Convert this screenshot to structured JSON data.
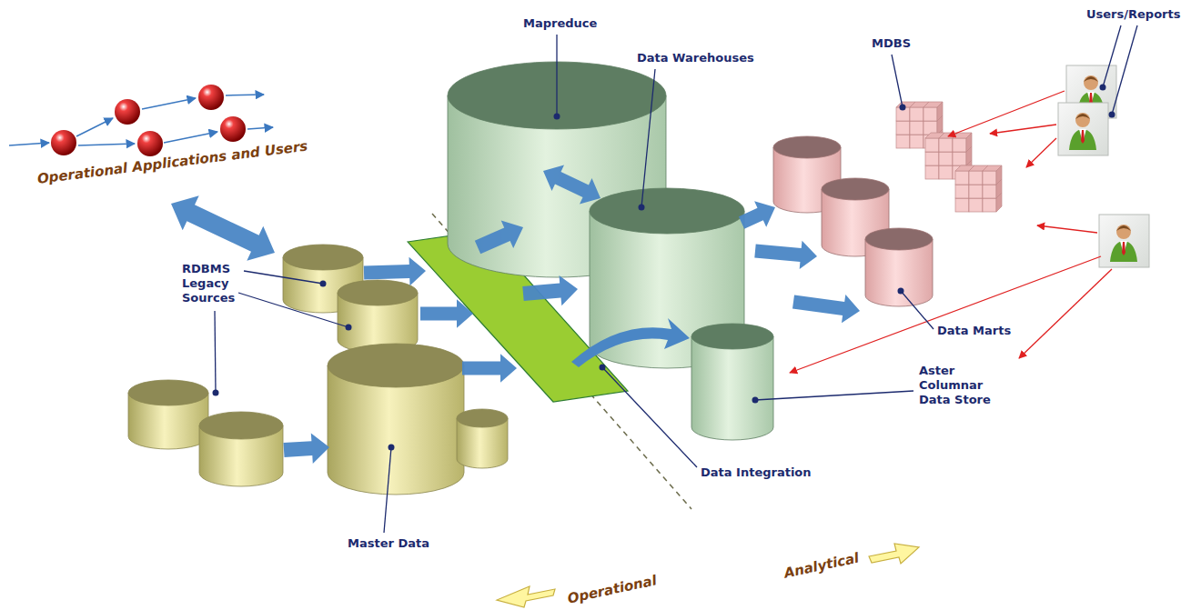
{
  "diagram": {
    "labels": [
      "Mapreduce",
      "Data Warehouses",
      "MDBS",
      "Users/Reports",
      "Operational Applications and Users",
      "RDBMS Legacy Sources",
      "Data Marts",
      "Aster Columnar Data Store",
      "Data Integration",
      "Master Data",
      "Analytical",
      "Operational"
    ]
  }
}
